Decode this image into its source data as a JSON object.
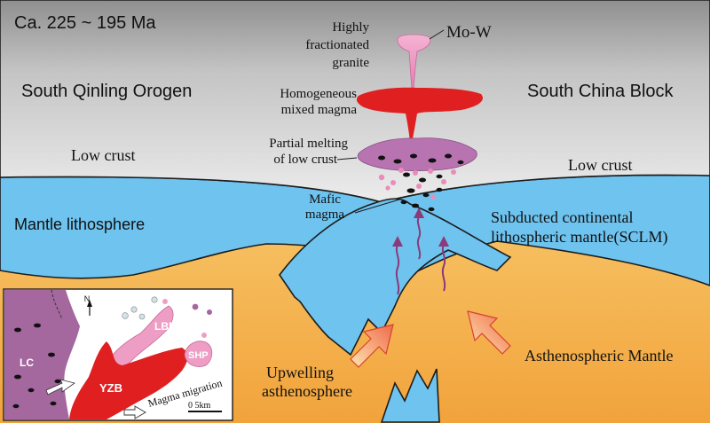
{
  "title": "Ca. 225 ~ 195 Ma",
  "regions": {
    "left": "South Qinling Orogen",
    "right": "South China Block"
  },
  "labels": {
    "mo_w": "Mo-W",
    "granite": [
      "Highly",
      "fractionated",
      "granite"
    ],
    "mixed_magma": [
      "Homogeneous",
      "mixed magma"
    ],
    "partial_melting": [
      "Partial melting",
      "of low crust"
    ],
    "low_crust_left": "Low crust",
    "low_crust_right": "Low crust",
    "mafic_magma": [
      "Mafic",
      "magma"
    ],
    "mantle_lithosphere": "Mantle lithosphere",
    "sclm": [
      "Subducted continental",
      "lithospheric mantle(SCLM)"
    ],
    "asthenospheric_mantle": "Asthenospheric Mantle",
    "upwelling": [
      "Upwelling",
      "asthenosphere"
    ]
  },
  "inset": {
    "lc": "LC",
    "yzb": "YZB",
    "lbd": "LBD",
    "shp": "SHP",
    "north": "N",
    "migration": "Magma migration",
    "scale": "0  5km"
  },
  "colors": {
    "crust_top": "#8f8f8f",
    "crust_bottom": "#e9e9e9",
    "mantle": "#6ec3ef",
    "astheno_top": "#fbe08a",
    "astheno_bottom": "#f4a63a",
    "magma_red": "#e02020",
    "pink": "#ee9ec5",
    "purple": "#b874b0",
    "inset_purple": "#a4679e"
  }
}
